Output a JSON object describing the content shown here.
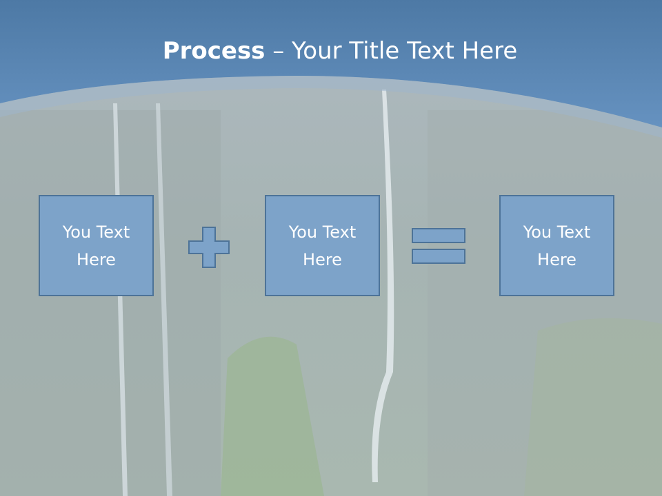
{
  "slide": {
    "title_bold": "Process",
    "title_rest": " – Your Title Text Here",
    "boxes": [
      {
        "label": "You Text Here"
      },
      {
        "label": "You Text Here"
      },
      {
        "label": "You Text Here"
      }
    ],
    "operators": [
      "plus-icon",
      "equals-icon"
    ]
  },
  "colors": {
    "header_blue": "#5a87b6",
    "box_fill": "#7da3c9",
    "box_border": "#4d7398",
    "text": "#ffffff"
  }
}
